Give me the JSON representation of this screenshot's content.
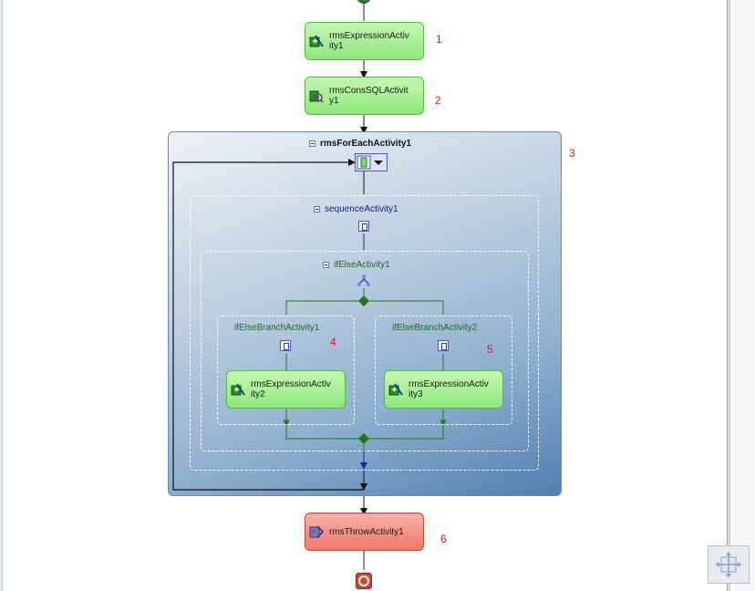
{
  "activities": {
    "expression1": {
      "label": "rmsExpressionActivity1",
      "number": "1"
    },
    "conssql1": {
      "label": "rmsConsSQLActivity1",
      "number": "2"
    },
    "foreach1": {
      "label": "rmsForEachActivity1",
      "number": "3"
    },
    "sequence1": {
      "label": "sequenceActivity1"
    },
    "ifelse1": {
      "label": "ifElseActivity1"
    },
    "branch1": {
      "label": "ifElseBranchActivity1",
      "number": "4"
    },
    "branch2": {
      "label": "ifElseBranchActivity2",
      "number": "5"
    },
    "expression2": {
      "label": "rmsExpressionActivity2"
    },
    "expression3": {
      "label": "rmsExpressionActivity3"
    },
    "throw1": {
      "label": "rmsThrowActivity1",
      "number": "6"
    }
  },
  "icons": {
    "expression": "expression-activity-icon",
    "sql": "sql-activity-icon",
    "foreach_dropdown": "dropdown-icon",
    "sequence": "sequence-icon",
    "ifelse": "ifelse-icon",
    "branch": "branch-icon",
    "throw": "throw-icon",
    "start": "start-node",
    "end": "end-node",
    "pan": "pan-navigator-icon"
  },
  "colors": {
    "green_fill": "#9bee86",
    "green_border": "#4fbf3e",
    "red_fill": "#f09080",
    "foreach_top": "#e9eef3",
    "foreach_bottom": "#4f7fb0",
    "annotation": "#e0141e",
    "branch_line": "#1a7a1a",
    "sequence_line": "#1a2a9a"
  }
}
